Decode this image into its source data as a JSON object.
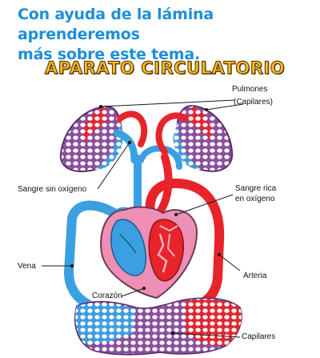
{
  "intro": {
    "line1": "Con ayuda de la lámina aprenderemos",
    "line2": "más sobre este tema."
  },
  "diagram": {
    "title": "APARATO CIRCULATORIO",
    "labels": {
      "pulmones": "Pulmones",
      "capilares_pulmon": "(Capilares)",
      "sangre_sin_oxigeno": "Sangre sin oxígeno",
      "sangre_rica_1": "Sangre rica",
      "sangre_rica_2": "en oxígeno",
      "vena": "Vena",
      "arteria": "Arteria",
      "corazon": "Corazón",
      "capilares": "Capilares"
    },
    "colors": {
      "blue_vessel": "#3aa0e2",
      "red_vessel": "#e8242b",
      "capillary_fill": "#8b4f9e",
      "heart_outer": "#ee8fb6",
      "title_fill": "#f4c21a"
    }
  }
}
